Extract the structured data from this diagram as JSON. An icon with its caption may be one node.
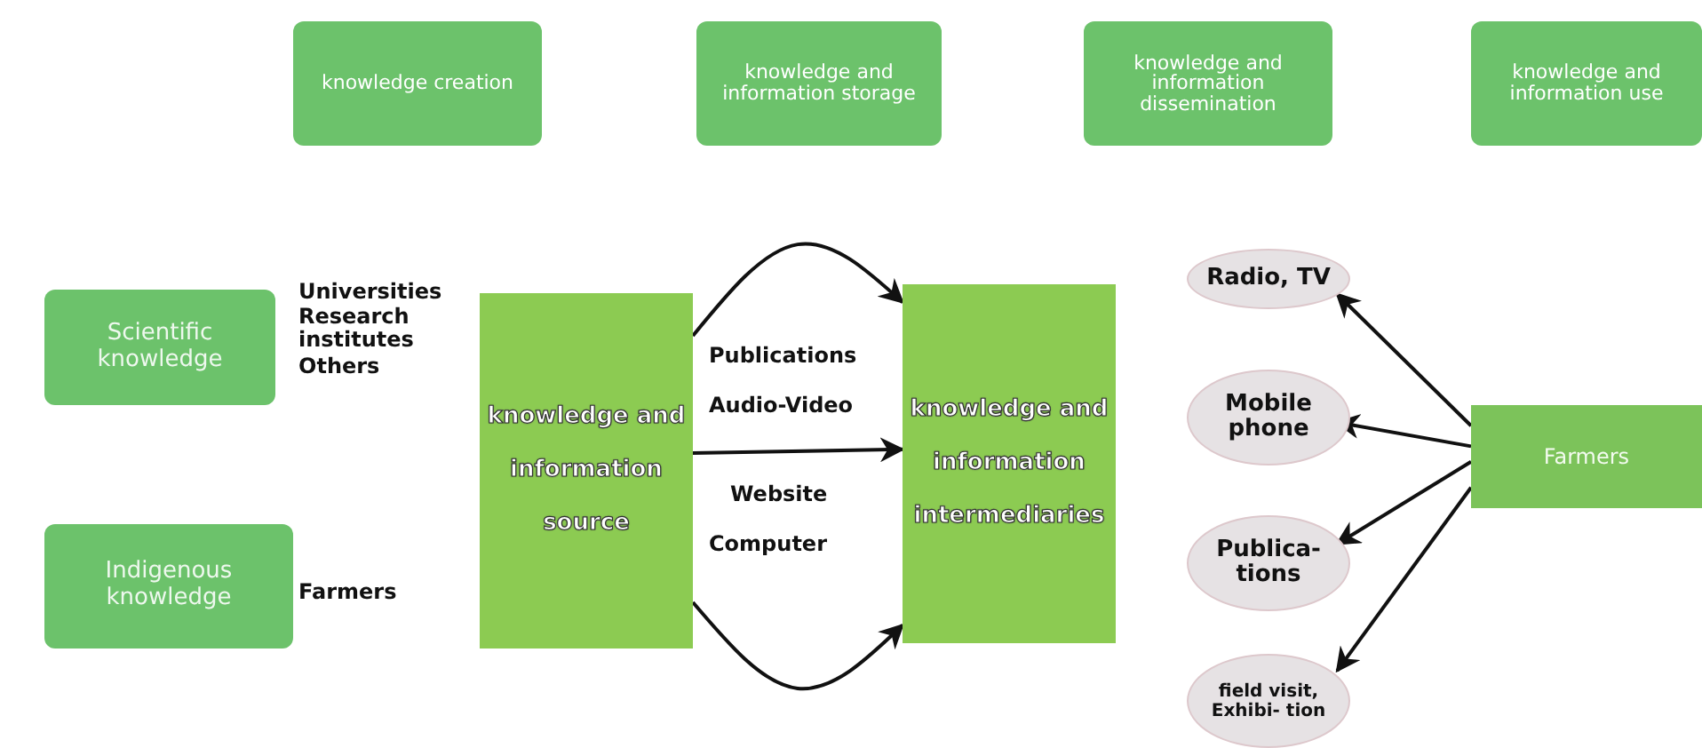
{
  "diagram": {
    "nodes": [
      {
        "text": [
          "knowledge creation"
        ]
      },
      {
        "text": [
          "knowledge and information storage"
        ]
      },
      {
        "text": [
          "knowledge and information dissemination"
        ]
      },
      {
        "text": [
          "knowledge and information use"
        ]
      },
      {
        "text": [
          "Scientific knowledge"
        ]
      },
      {
        "text": [
          "Indigenous knowledge"
        ]
      },
      {
        "text": [
          "knowledge and information source"
        ]
      },
      {
        "text": [
          "knowledge and information intermediaries"
        ]
      },
      {
        "text": [
          "Radio, TV"
        ]
      },
      {
        "text": [
          "Mobile phone"
        ]
      },
      {
        "text": [
          "Publica- tions"
        ]
      },
      {
        "text": [
          "field visit, Exhibi- tion"
        ]
      },
      {
        "text": [
          "Farmers"
        ]
      }
    ],
    "edges": [
      {
        "from": 6,
        "to": 7,
        "arrow": "to"
      },
      {
        "from": 6,
        "to": 7,
        "arrow": "to"
      },
      {
        "from": 6,
        "to": 7,
        "arrow": "to"
      },
      {
        "from": 12,
        "to": 8,
        "arrow": "to"
      },
      {
        "from": 12,
        "to": 9,
        "arrow": "to"
      },
      {
        "from": 12,
        "to": 10,
        "arrow": "to"
      },
      {
        "from": 12,
        "to": 11,
        "arrow": "to"
      }
    ],
    "labels": [
      "Universities",
      "Research institutes",
      "Others",
      "Farmers",
      "Publications",
      "Audio-Video",
      "Website",
      "Computer"
    ]
  }
}
